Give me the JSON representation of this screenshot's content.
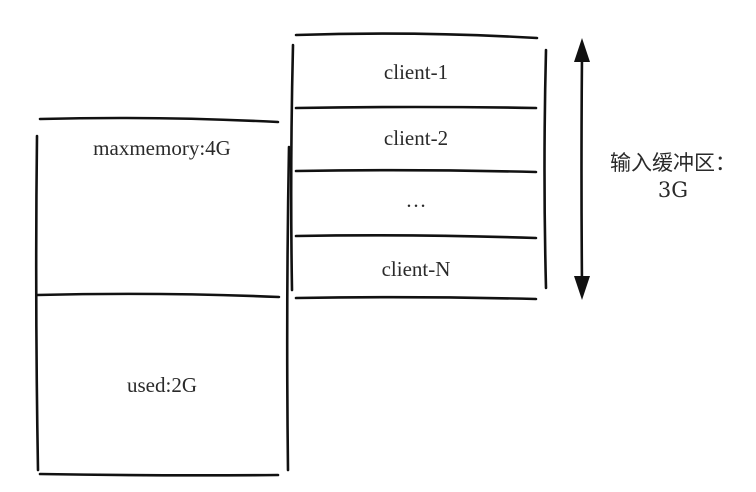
{
  "memory_block": {
    "top_label": "maxmemory:4G",
    "bottom_label": "used:2G"
  },
  "client_buffers": {
    "rows": [
      "client-1",
      "client-2",
      "…",
      "client-N"
    ]
  },
  "annotation": {
    "line1": "输入缓冲区：",
    "line2": "3G"
  }
}
